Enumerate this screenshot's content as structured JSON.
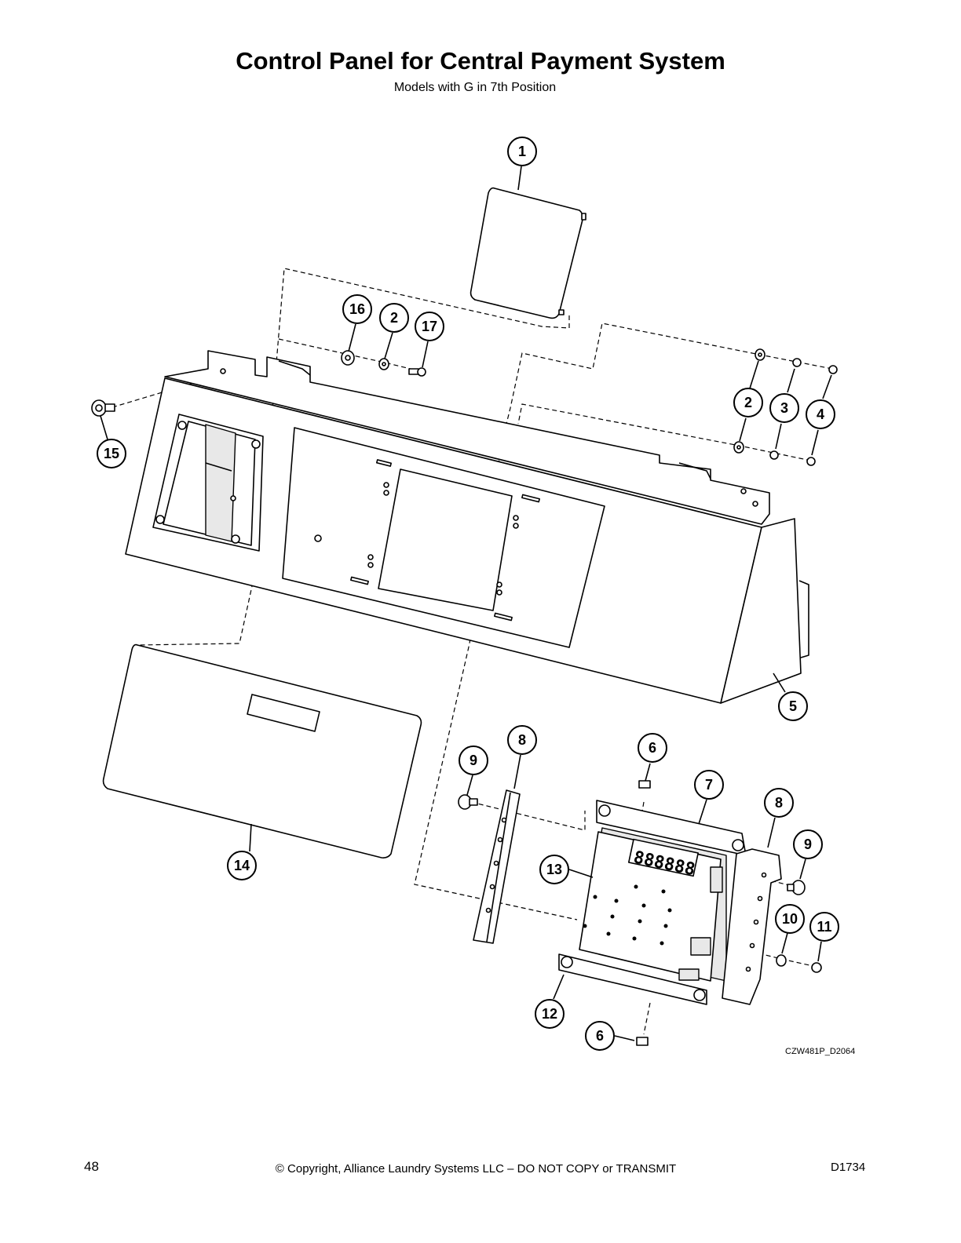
{
  "title": "Control Panel for Central Payment System",
  "subtitle": "Models with G in 7th Position",
  "callouts": [
    "1",
    "16",
    "2",
    "17",
    "15",
    "2",
    "3",
    "4",
    "5",
    "14",
    "8",
    "9",
    "6",
    "7",
    "8",
    "9",
    "13",
    "10",
    "11",
    "12",
    "6"
  ],
  "drawing_code": "CZW481P_D2064",
  "footer": {
    "page_number": "48",
    "copyright": "© Copyright, Alliance Laundry Systems LLC – DO NOT COPY or TRANSMIT",
    "doc_id": "D1734"
  },
  "display_digits": "888888"
}
